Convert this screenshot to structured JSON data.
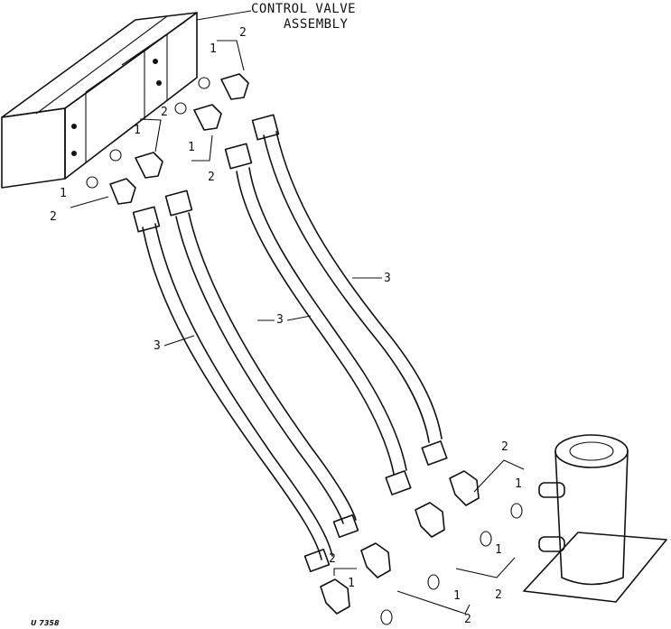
{
  "title_line1": "CONTROL VALVE",
  "title_line2": "ASSEMBLY",
  "figure_code": "U 7358",
  "labels": {
    "o_ring": "1",
    "elbow_fitting": "2",
    "hose": "3"
  }
}
